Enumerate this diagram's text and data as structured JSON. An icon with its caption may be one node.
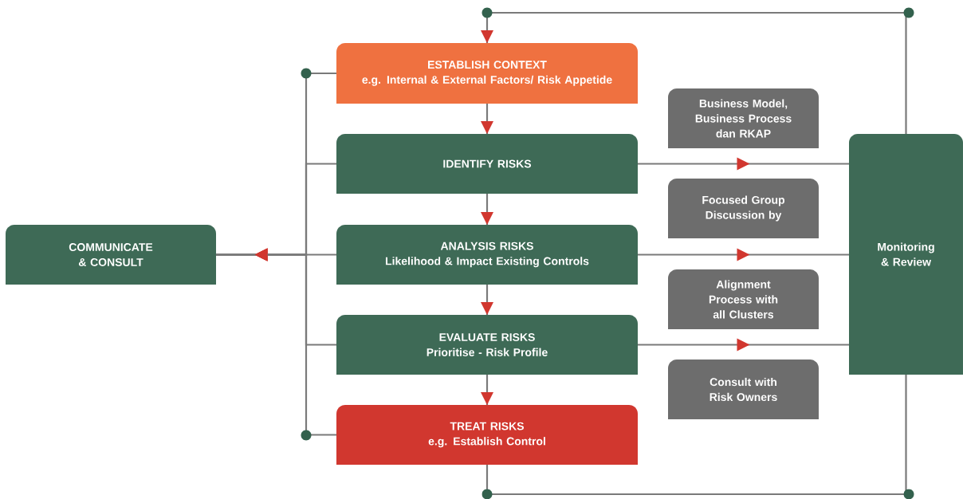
{
  "diagram": {
    "nodes": [
      {
        "text": [
          "ESTABLISH CONTEXT",
          "e.g. Internal & External Factors/ Risk Appetide"
        ]
      },
      {
        "text": [
          "IDENTIFY RISKS"
        ]
      },
      {
        "text": [
          "ANALYSIS RISKS",
          "Likelihood & Impact Existing Controls"
        ]
      },
      {
        "text": [
          "EVALUATE RISKS",
          "Prioritise - Risk Profile"
        ]
      },
      {
        "text": [
          "TREAT RISKS",
          "e.g. Establish Control"
        ]
      },
      {
        "text": [
          "COMMUNICATE & CONSULT"
        ]
      },
      {
        "text": [
          "Business Model, Business Process dan RKAP"
        ]
      },
      {
        "text": [
          "Focused Group Discussion by"
        ]
      },
      {
        "text": [
          "Alignment Process with all Clusters"
        ]
      },
      {
        "text": [
          "Consult with Risk Owners"
        ]
      },
      {
        "text": [
          "Monitoring & Review"
        ]
      }
    ],
    "edges": [
      {
        "from": 0,
        "to": 1,
        "arrow": "to"
      },
      {
        "from": 1,
        "to": 2,
        "arrow": "to"
      },
      {
        "from": 2,
        "to": 3,
        "arrow": "to"
      },
      {
        "from": 3,
        "to": 4,
        "arrow": "to"
      },
      {
        "from": 10,
        "to": 0,
        "arrow": "to"
      },
      {
        "from": 4,
        "to": 10,
        "arrow": "none"
      },
      {
        "from": 1,
        "to": 10,
        "arrow": "to"
      },
      {
        "from": 2,
        "to": 10,
        "arrow": "to"
      },
      {
        "from": 3,
        "to": 10,
        "arrow": "to"
      },
      {
        "from": 0,
        "to": 5,
        "arrow": "to"
      },
      {
        "from": 1,
        "to": 5,
        "arrow": "to"
      },
      {
        "from": 2,
        "to": 5,
        "arrow": "to"
      },
      {
        "from": 3,
        "to": 5,
        "arrow": "to"
      },
      {
        "from": 4,
        "to": 5,
        "arrow": "to"
      }
    ]
  }
}
